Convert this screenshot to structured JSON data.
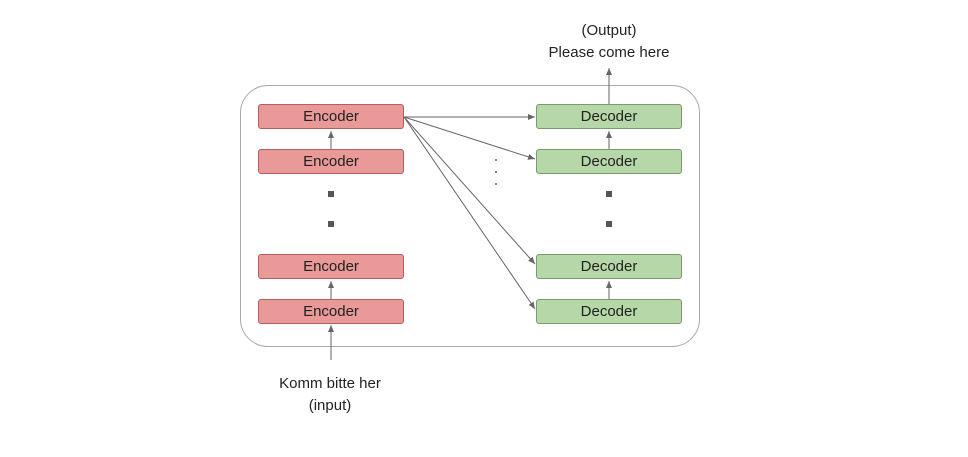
{
  "diagram": {
    "encoder_label": "Encoder",
    "decoder_label": "Decoder",
    "input_text": "Komm bitte her",
    "input_tag": "(input)",
    "output_tag": "(Output)",
    "output_text": "Please come here",
    "colors": {
      "encoder_fill": "#ea9999",
      "decoder_fill": "#b6d7a8",
      "frame_stroke": "#a8a8a8",
      "arrow_stroke": "#666666"
    }
  }
}
